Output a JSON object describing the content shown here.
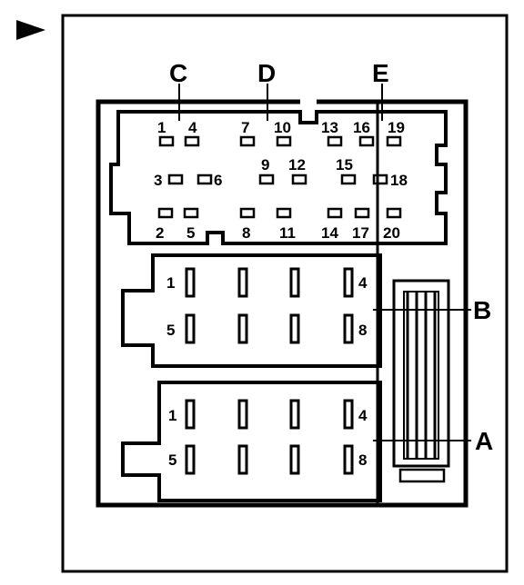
{
  "connector_labels": {
    "c": "C",
    "d": "D",
    "e": "E",
    "b": "B",
    "a": "A"
  },
  "top_connector": {
    "pin_numbers": [
      "1",
      "2",
      "3",
      "4",
      "5",
      "6",
      "7",
      "8",
      "9",
      "10",
      "11",
      "12",
      "13",
      "14",
      "15",
      "16",
      "17",
      "18",
      "19",
      "20"
    ]
  },
  "connector_b": {
    "pin_labels": [
      "1",
      "4",
      "5",
      "8"
    ]
  },
  "connector_a": {
    "pin_labels": [
      "1",
      "4",
      "5",
      "8"
    ]
  },
  "colors": {
    "stroke": "#000000",
    "background": "#ffffff"
  }
}
